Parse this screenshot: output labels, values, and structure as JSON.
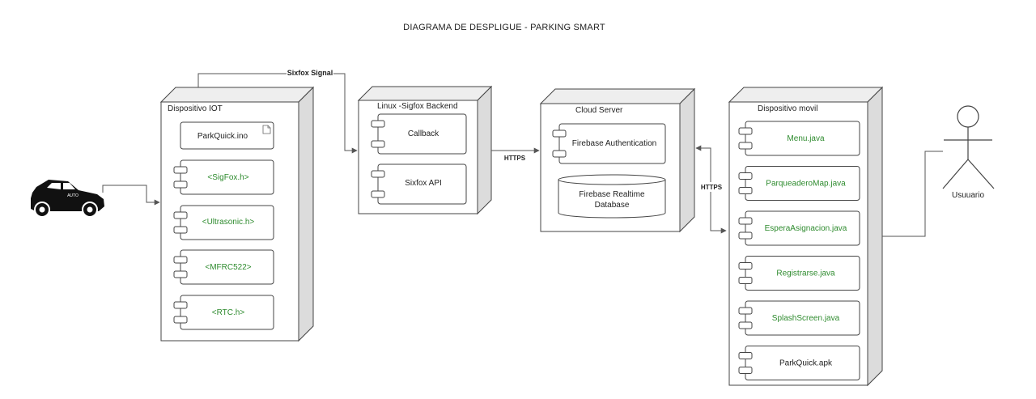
{
  "title": "DIAGRAMA DE DESPLIGUE - PARKING SMART",
  "colors": {
    "line": "#555555",
    "box_stroke": "#444444",
    "node_side": "#dcdcdc",
    "node_top": "#eeeeee",
    "green_text": "#2e8b2e"
  },
  "car": {
    "badge": "AUTO",
    "icon": "car-icon"
  },
  "nodes": {
    "iot": {
      "title": "Dispositivo IOT",
      "main_file": "ParkQuick.ino",
      "components": [
        "<SigFox.h>",
        "<Ultrasonic.h>",
        "<MFRC522>",
        "<RTC.h>"
      ]
    },
    "backend": {
      "title": "Linux -Sigfox Backend",
      "components": [
        "Callback",
        "Sixfox API"
      ]
    },
    "cloud": {
      "title": "Cloud Server",
      "auth": "Firebase Authentication",
      "database": "Firebase Realtime Database"
    },
    "mobile": {
      "title": "Dispositivo movil",
      "components": [
        "Menu.java",
        "ParqueaderoMap.java",
        "EsperaAsignacion.java",
        "Registrarse.java",
        "SplashScreen.java",
        "ParkQuick.apk"
      ]
    }
  },
  "connections": {
    "sixfox": "Sixfox Signal",
    "https_backend_cloud": "HTTPS",
    "https_cloud_mobile": "HTTPS"
  },
  "actor": {
    "label": "Usuuario",
    "icon": "stick-figure-icon"
  }
}
